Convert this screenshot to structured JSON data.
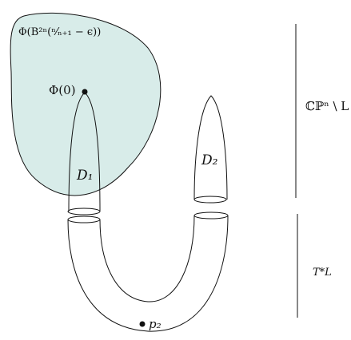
{
  "diagram": {
    "labels": {
      "ball_image": "Φ(B²ⁿ(ⁿ⁄ₙ₊₁ − ϵ))",
      "phi_zero": "Φ(0)",
      "d1": "D₁",
      "d2": "D₂",
      "p2": "p₂",
      "upper_region": "ℂℙⁿ \\ L",
      "lower_region": "T*L"
    },
    "colors": {
      "ball_fill": "#d8ece9",
      "stroke": "#111111"
    }
  }
}
